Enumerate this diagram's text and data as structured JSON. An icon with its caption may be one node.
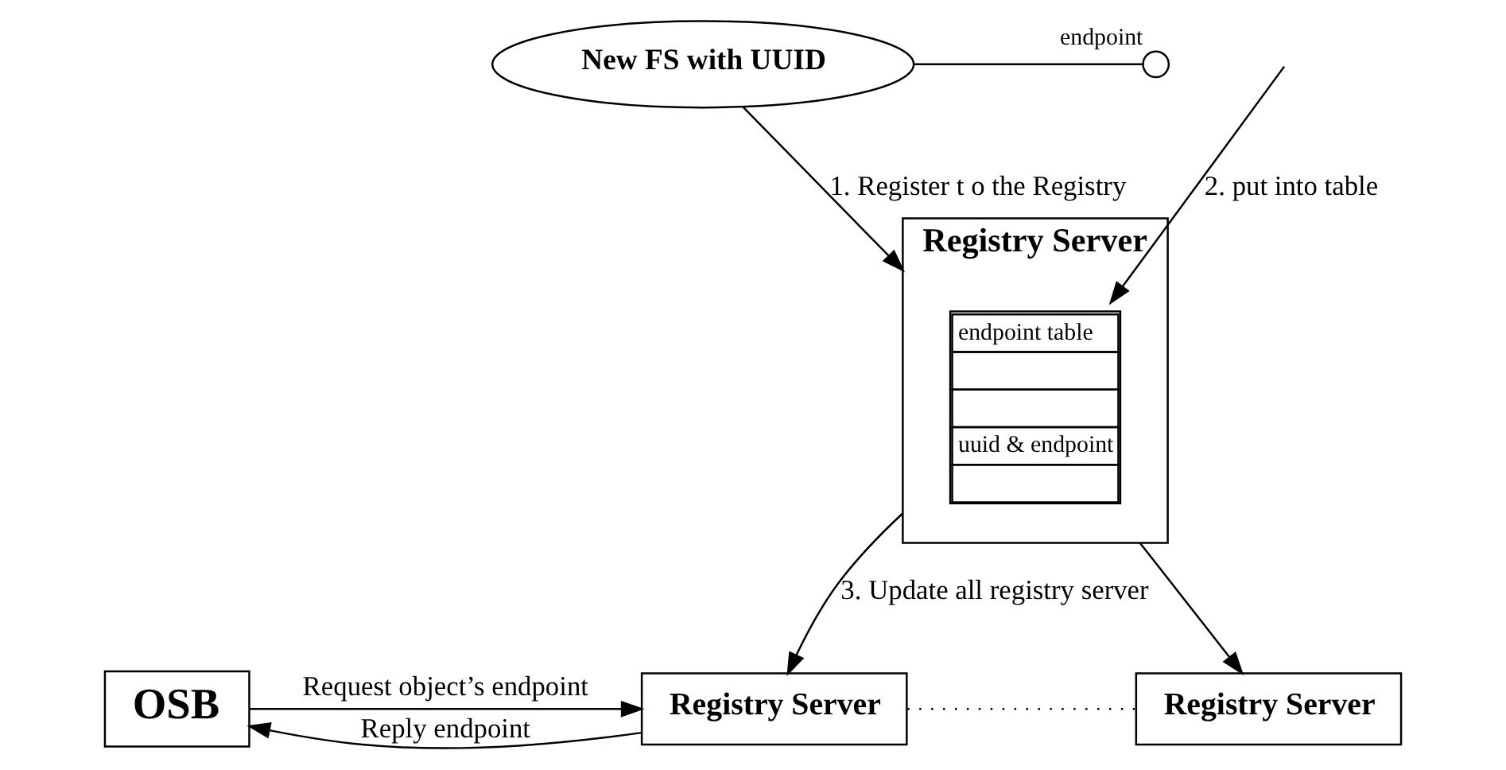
{
  "diagram": {
    "nodes": [
      {
        "text": [
          "OSB"
        ]
      },
      {
        "text": [
          "Registry Server"
        ]
      },
      {
        "text": [
          "Registry Server"
        ]
      },
      {
        "text": [
          "New FS with UUID"
        ]
      },
      {
        "text": [
          "endpoint"
        ]
      },
      {
        "text": [
          "Registry Server"
        ]
      },
      {
        "text": [
          "endpoint table",
          "uuid & endpoint"
        ],
        "in": 5
      }
    ],
    "edges": [
      {
        "from": 0,
        "to": 1,
        "arrow": "to",
        "label": "Request object’s endpoint"
      },
      {
        "from": 1,
        "to": 0,
        "arrow": "to",
        "label": "Reply endpoint"
      },
      {
        "from": 1,
        "to": 2,
        "arrow": "none",
        "style": "dashed"
      },
      {
        "from": 5,
        "to": 1,
        "arrow": "to",
        "label": "3. Update all registry server"
      },
      {
        "from": 5,
        "to": 2,
        "arrow": "to"
      },
      {
        "from": 3,
        "to": 4,
        "arrow": "none"
      },
      {
        "from": 3,
        "to": 5,
        "arrow": "to",
        "label": "1. Register t o the Registry"
      },
      {
        "from": null,
        "to": 6,
        "arrow": "to",
        "label": "2. put into table"
      }
    ]
  }
}
